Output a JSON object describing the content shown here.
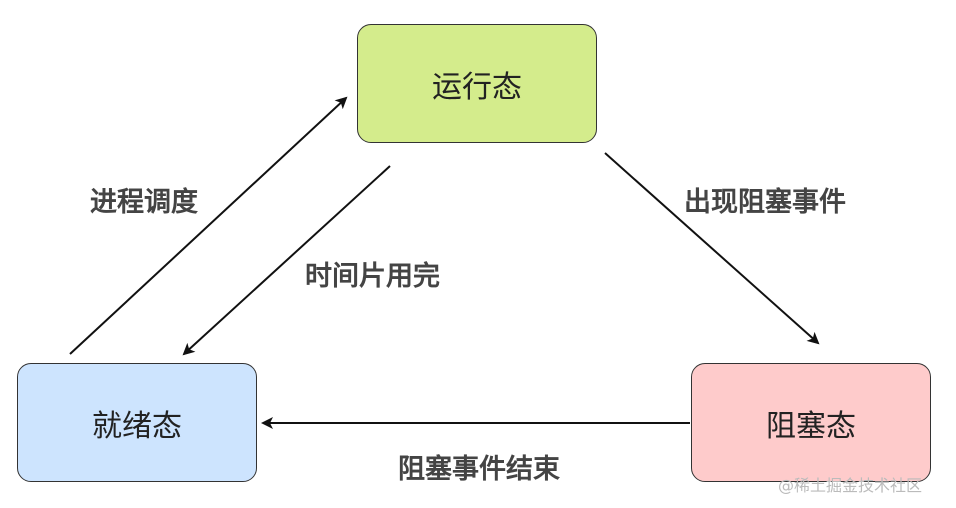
{
  "nodes": {
    "running": "运行态",
    "ready": "就绪态",
    "blocked": "阻塞态"
  },
  "edges": {
    "schedule": "进程调度",
    "time_slice_done": "时间片用完",
    "block_event": "出现阻塞事件",
    "block_event_end": "阻塞事件结束"
  },
  "watermark": "@稀土掘金技术社区",
  "colors": {
    "running_fill": "#d4ec8c",
    "ready_fill": "#cde4fe",
    "blocked_fill": "#fecbcb",
    "stroke": "#333333",
    "label_text": "#444444"
  }
}
